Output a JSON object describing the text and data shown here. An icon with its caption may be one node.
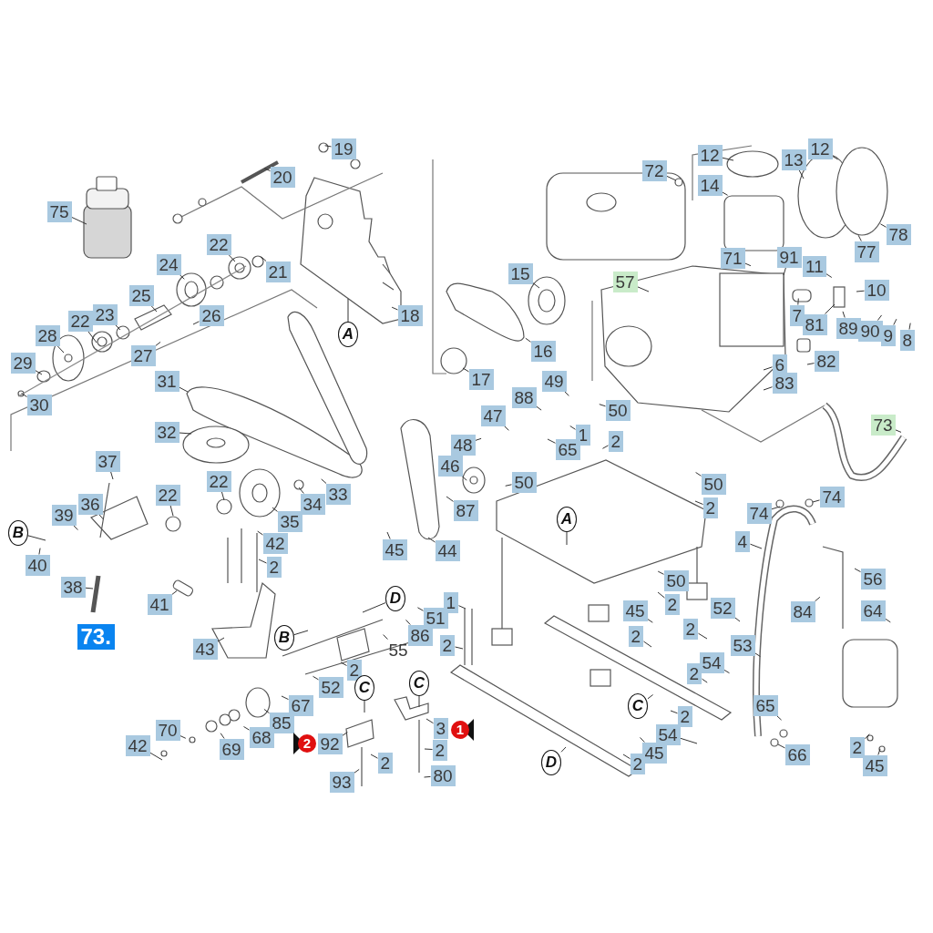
{
  "diagram": {
    "nodes": [
      {
        "text": [
          "19"
        ]
      },
      {
        "text": [
          "20"
        ]
      },
      {
        "text": [
          "75"
        ]
      },
      {
        "text": [
          "22"
        ]
      },
      {
        "text": [
          "21"
        ]
      },
      {
        "text": [
          "24"
        ]
      },
      {
        "text": [
          "18"
        ]
      },
      {
        "text": [
          "25"
        ]
      },
      {
        "text": [
          "26"
        ]
      },
      {
        "text": [
          "23"
        ]
      },
      {
        "text": [
          "22"
        ]
      },
      {
        "text": [
          "28"
        ]
      },
      {
        "text": [
          "27"
        ]
      },
      {
        "text": [
          "29"
        ]
      },
      {
        "text": [
          "30"
        ]
      },
      {
        "text": [
          "A"
        ]
      },
      {
        "text": [
          "31"
        ]
      },
      {
        "text": [
          "32"
        ]
      },
      {
        "text": [
          "12"
        ]
      },
      {
        "text": [
          "72"
        ]
      },
      {
        "text": [
          "13"
        ]
      },
      {
        "text": [
          "12"
        ]
      },
      {
        "text": [
          "14"
        ]
      },
      {
        "text": [
          "78"
        ]
      },
      {
        "text": [
          "77"
        ]
      },
      {
        "text": [
          "71"
        ]
      },
      {
        "text": [
          "91"
        ]
      },
      {
        "text": [
          "11"
        ]
      },
      {
        "text": [
          "57"
        ]
      },
      {
        "text": [
          "10"
        ]
      },
      {
        "text": [
          "15"
        ]
      },
      {
        "text": [
          "7"
        ]
      },
      {
        "text": [
          "81"
        ]
      },
      {
        "text": [
          "89"
        ]
      },
      {
        "text": [
          "90"
        ]
      },
      {
        "text": [
          "9"
        ]
      },
      {
        "text": [
          "8"
        ]
      },
      {
        "text": [
          "16"
        ]
      },
      {
        "text": [
          "82"
        ]
      },
      {
        "text": [
          "6"
        ]
      },
      {
        "text": [
          "17"
        ]
      },
      {
        "text": [
          "83"
        ]
      },
      {
        "text": [
          "73"
        ]
      },
      {
        "text": [
          "49"
        ]
      },
      {
        "text": [
          "88"
        ]
      },
      {
        "text": [
          "47"
        ]
      },
      {
        "text": [
          "50"
        ]
      },
      {
        "text": [
          "1"
        ]
      },
      {
        "text": [
          "65"
        ]
      },
      {
        "text": [
          "2"
        ]
      },
      {
        "text": [
          "48"
        ]
      },
      {
        "text": [
          "46"
        ]
      },
      {
        "text": [
          "50"
        ]
      },
      {
        "text": [
          "87"
        ]
      },
      {
        "text": [
          "44"
        ]
      },
      {
        "text": [
          "45"
        ]
      },
      {
        "text": [
          "50"
        ]
      },
      {
        "text": [
          "2"
        ]
      },
      {
        "text": [
          "A"
        ]
      },
      {
        "text": [
          "74"
        ]
      },
      {
        "text": [
          "74"
        ]
      },
      {
        "text": [
          "4"
        ]
      },
      {
        "text": [
          "56"
        ]
      },
      {
        "text": [
          "50"
        ]
      },
      {
        "text": [
          "45"
        ]
      },
      {
        "text": [
          "2"
        ]
      },
      {
        "text": [
          "52"
        ]
      },
      {
        "text": [
          "84"
        ]
      },
      {
        "text": [
          "64"
        ]
      },
      {
        "text": [
          "2"
        ]
      },
      {
        "text": [
          "2"
        ]
      },
      {
        "text": [
          "53"
        ]
      },
      {
        "text": [
          "54"
        ]
      },
      {
        "text": [
          "2"
        ]
      },
      {
        "text": [
          "65"
        ]
      },
      {
        "text": [
          "C"
        ]
      },
      {
        "text": [
          "2"
        ]
      },
      {
        "text": [
          "54"
        ]
      },
      {
        "text": [
          "66"
        ]
      },
      {
        "text": [
          "2"
        ]
      },
      {
        "text": [
          "45"
        ]
      },
      {
        "text": [
          "45"
        ]
      },
      {
        "text": [
          "2"
        ]
      },
      {
        "text": [
          "D"
        ]
      },
      {
        "text": [
          "37"
        ]
      },
      {
        "text": [
          "36"
        ]
      },
      {
        "text": [
          "39"
        ]
      },
      {
        "text": [
          "B"
        ]
      },
      {
        "text": [
          "22"
        ]
      },
      {
        "text": [
          "22"
        ]
      },
      {
        "text": [
          "35"
        ]
      },
      {
        "text": [
          "34"
        ]
      },
      {
        "text": [
          "33"
        ]
      },
      {
        "text": [
          "40"
        ]
      },
      {
        "text": [
          "42"
        ]
      },
      {
        "text": [
          "2"
        ]
      },
      {
        "text": [
          "38"
        ]
      },
      {
        "text": [
          "41"
        ]
      },
      {
        "text": [
          "43"
        ]
      },
      {
        "text": [
          "B"
        ]
      },
      {
        "text": [
          "D"
        ]
      },
      {
        "text": [
          "51"
        ]
      },
      {
        "text": [
          "1"
        ]
      },
      {
        "text": [
          "86"
        ]
      },
      {
        "text": [
          "55"
        ]
      },
      {
        "text": [
          "2"
        ]
      },
      {
        "text": [
          "2"
        ]
      },
      {
        "text": [
          "52"
        ]
      },
      {
        "text": [
          "C"
        ]
      },
      {
        "text": [
          "C"
        ]
      },
      {
        "text": [
          "67"
        ]
      },
      {
        "text": [
          "85"
        ]
      },
      {
        "text": [
          "3"
        ]
      },
      {
        "text": [
          "70"
        ]
      },
      {
        "text": [
          "68"
        ]
      },
      {
        "text": [
          "69"
        ]
      },
      {
        "text": [
          "42"
        ]
      },
      {
        "text": [
          "92"
        ]
      },
      {
        "text": [
          "2"
        ]
      },
      {
        "text": [
          "2"
        ]
      },
      {
        "text": [
          "80"
        ]
      },
      {
        "text": [
          "93"
        ]
      }
    ],
    "edges": [
      {
        "from": 0,
        "to": null,
        "arrow": "none"
      },
      {
        "from": 1,
        "to": null,
        "arrow": "none"
      },
      {
        "from": 2,
        "to": null,
        "arrow": "none"
      },
      {
        "from": 3,
        "to": null,
        "arrow": "none"
      },
      {
        "from": 4,
        "to": null,
        "arrow": "none"
      },
      {
        "from": 5,
        "to": null,
        "arrow": "none"
      },
      {
        "from": 6,
        "to": null,
        "arrow": "none"
      },
      {
        "from": 7,
        "to": null,
        "arrow": "none"
      },
      {
        "from": 8,
        "to": null,
        "arrow": "none"
      },
      {
        "from": 9,
        "to": null,
        "arrow": "none"
      },
      {
        "from": 10,
        "to": null,
        "arrow": "none"
      },
      {
        "from": 11,
        "to": null,
        "arrow": "none"
      },
      {
        "from": 12,
        "to": null,
        "arrow": "none"
      },
      {
        "from": 13,
        "to": null,
        "arrow": "none"
      },
      {
        "from": 14,
        "to": null,
        "arrow": "none"
      },
      {
        "from": 15,
        "to": null,
        "arrow": "none"
      },
      {
        "from": 16,
        "to": null,
        "arrow": "none"
      },
      {
        "from": 17,
        "to": null,
        "arrow": "none"
      },
      {
        "from": 18,
        "to": null,
        "arrow": "none"
      },
      {
        "from": 19,
        "to": null,
        "arrow": "none"
      },
      {
        "from": 20,
        "to": null,
        "arrow": "none"
      },
      {
        "from": 21,
        "to": null,
        "arrow": "none"
      },
      {
        "from": 22,
        "to": null,
        "arrow": "none"
      },
      {
        "from": 23,
        "to": null,
        "arrow": "none"
      },
      {
        "from": 24,
        "to": null,
        "arrow": "none"
      },
      {
        "from": 25,
        "to": null,
        "arrow": "none"
      },
      {
        "from": 26,
        "to": null,
        "arrow": "none"
      },
      {
        "from": 27,
        "to": null,
        "arrow": "none"
      },
      {
        "from": 28,
        "to": null,
        "arrow": "none"
      },
      {
        "from": 29,
        "to": null,
        "arrow": "none"
      },
      {
        "from": 30,
        "to": null,
        "arrow": "none"
      },
      {
        "from": 31,
        "to": null,
        "arrow": "none"
      },
      {
        "from": 32,
        "to": null,
        "arrow": "none"
      },
      {
        "from": 33,
        "to": null,
        "arrow": "none"
      },
      {
        "from": 34,
        "to": null,
        "arrow": "none"
      },
      {
        "from": 35,
        "to": null,
        "arrow": "none"
      },
      {
        "from": 36,
        "to": null,
        "arrow": "none"
      },
      {
        "from": 37,
        "to": null,
        "arrow": "none"
      },
      {
        "from": 38,
        "to": null,
        "arrow": "none"
      },
      {
        "from": 39,
        "to": null,
        "arrow": "none"
      },
      {
        "from": 40,
        "to": null,
        "arrow": "none"
      },
      {
        "from": 41,
        "to": null,
        "arrow": "none"
      },
      {
        "from": 42,
        "to": null,
        "arrow": "none"
      },
      {
        "from": 43,
        "to": null,
        "arrow": "none"
      },
      {
        "from": 44,
        "to": null,
        "arrow": "none"
      },
      {
        "from": 45,
        "to": null,
        "arrow": "none"
      },
      {
        "from": 46,
        "to": null,
        "arrow": "none"
      },
      {
        "from": 47,
        "to": null,
        "arrow": "none"
      },
      {
        "from": 48,
        "to": null,
        "arrow": "none"
      },
      {
        "from": 49,
        "to": null,
        "arrow": "none"
      },
      {
        "from": 50,
        "to": null,
        "arrow": "none"
      },
      {
        "from": 51,
        "to": null,
        "arrow": "none"
      },
      {
        "from": 52,
        "to": null,
        "arrow": "none"
      },
      {
        "from": 53,
        "to": null,
        "arrow": "none"
      },
      {
        "from": 54,
        "to": null,
        "arrow": "none"
      },
      {
        "from": 55,
        "to": null,
        "arrow": "none"
      },
      {
        "from": 56,
        "to": null,
        "arrow": "none"
      },
      {
        "from": 57,
        "to": null,
        "arrow": "none"
      },
      {
        "from": 58,
        "to": null,
        "arrow": "none"
      },
      {
        "from": 59,
        "to": null,
        "arrow": "none"
      },
      {
        "from": 60,
        "to": null,
        "arrow": "none"
      },
      {
        "from": 61,
        "to": null,
        "arrow": "none"
      },
      {
        "from": 62,
        "to": null,
        "arrow": "none"
      },
      {
        "from": 63,
        "to": null,
        "arrow": "none"
      },
      {
        "from": 64,
        "to": null,
        "arrow": "none"
      },
      {
        "from": 65,
        "to": null,
        "arrow": "none"
      },
      {
        "from": 66,
        "to": null,
        "arrow": "none"
      },
      {
        "from": 67,
        "to": null,
        "arrow": "none"
      },
      {
        "from": 68,
        "to": null,
        "arrow": "none"
      },
      {
        "from": 69,
        "to": null,
        "arrow": "none"
      },
      {
        "from": 70,
        "to": null,
        "arrow": "none"
      },
      {
        "from": 71,
        "to": null,
        "arrow": "none"
      },
      {
        "from": 72,
        "to": null,
        "arrow": "none"
      },
      {
        "from": 73,
        "to": null,
        "arrow": "none"
      },
      {
        "from": 74,
        "to": null,
        "arrow": "none"
      },
      {
        "from": 75,
        "to": null,
        "arrow": "none"
      },
      {
        "from": 76,
        "to": null,
        "arrow": "none"
      },
      {
        "from": 77,
        "to": null,
        "arrow": "none"
      },
      {
        "from": 78,
        "to": null,
        "arrow": "none"
      },
      {
        "from": 79,
        "to": null,
        "arrow": "none"
      },
      {
        "from": 80,
        "to": null,
        "arrow": "none"
      },
      {
        "from": 81,
        "to": null,
        "arrow": "none"
      },
      {
        "from": 82,
        "to": null,
        "arrow": "none"
      },
      {
        "from": 83,
        "to": null,
        "arrow": "none"
      },
      {
        "from": 84,
        "to": null,
        "arrow": "none"
      },
      {
        "from": 85,
        "to": null,
        "arrow": "none"
      },
      {
        "from": 86,
        "to": null,
        "arrow": "none"
      },
      {
        "from": 87,
        "to": null,
        "arrow": "none"
      },
      {
        "from": 88,
        "to": null,
        "arrow": "none"
      },
      {
        "from": 89,
        "to": null,
        "arrow": "none"
      },
      {
        "from": 90,
        "to": null,
        "arrow": "none"
      },
      {
        "from": 91,
        "to": null,
        "arrow": "none"
      },
      {
        "from": 92,
        "to": null,
        "arrow": "none"
      },
      {
        "from": 93,
        "to": null,
        "arrow": "none"
      },
      {
        "from": 94,
        "to": null,
        "arrow": "none"
      },
      {
        "from": 95,
        "to": null,
        "arrow": "none"
      },
      {
        "from": 96,
        "to": null,
        "arrow": "none"
      },
      {
        "from": 97,
        "to": null,
        "arrow": "none"
      },
      {
        "from": 98,
        "to": null,
        "arrow": "none"
      },
      {
        "from": 99,
        "to": null,
        "arrow": "none"
      },
      {
        "from": 100,
        "to": null,
        "arrow": "none"
      },
      {
        "from": 101,
        "to": null,
        "arrow": "none"
      },
      {
        "from": 102,
        "to": null,
        "arrow": "none"
      },
      {
        "from": 103,
        "to": null,
        "arrow": "none"
      },
      {
        "from": 104,
        "to": null,
        "arrow": "none"
      },
      {
        "from": 105,
        "to": null,
        "arrow": "none"
      },
      {
        "from": 106,
        "to": null,
        "arrow": "none"
      },
      {
        "from": 107,
        "to": null,
        "arrow": "none"
      },
      {
        "from": 108,
        "to": null,
        "arrow": "none"
      },
      {
        "from": 109,
        "to": null,
        "arrow": "none"
      },
      {
        "from": 110,
        "to": null,
        "arrow": "none"
      },
      {
        "from": 111,
        "to": null,
        "arrow": "none"
      },
      {
        "from": 112,
        "to": null,
        "arrow": "none"
      },
      {
        "from": 113,
        "to": null,
        "arrow": "none"
      },
      {
        "from": 114,
        "to": null,
        "arrow": "none"
      },
      {
        "from": 115,
        "to": null,
        "arrow": "none"
      },
      {
        "from": 116,
        "to": null,
        "arrow": "none"
      },
      {
        "from": 117,
        "to": null,
        "arrow": "none"
      },
      {
        "from": 118,
        "to": null,
        "arrow": "none"
      },
      {
        "from": 119,
        "to": null,
        "arrow": "none"
      },
      {
        "from": 120,
        "to": null,
        "arrow": "none"
      },
      {
        "from": 121,
        "to": null,
        "arrow": "none"
      }
    ],
    "labels": [
      "73.",
      "1",
      "2"
    ]
  }
}
